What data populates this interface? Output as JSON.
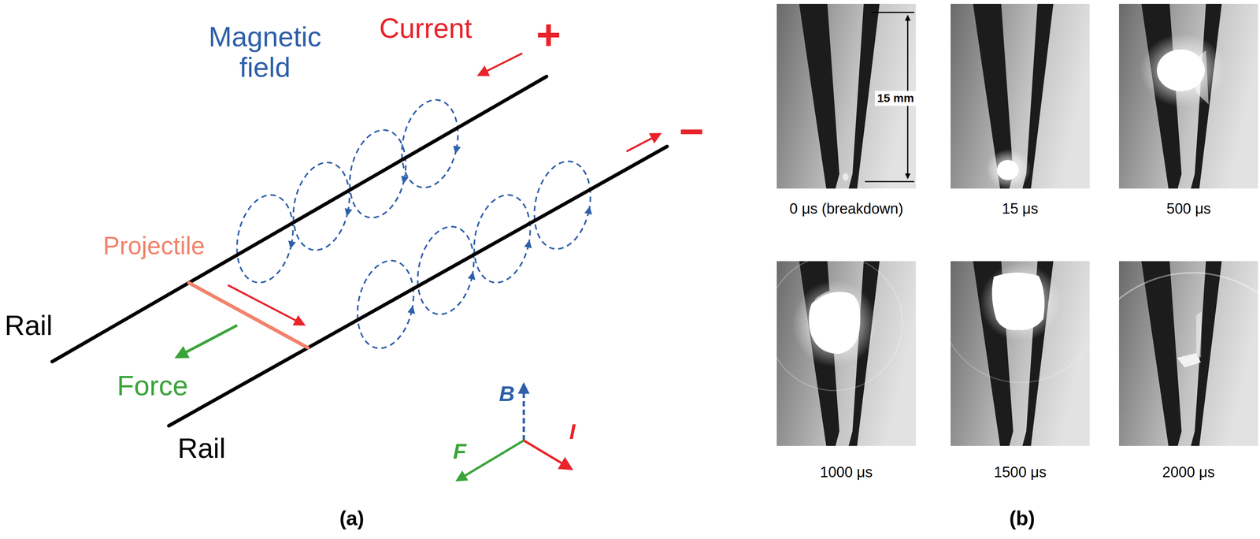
{
  "diagram": {
    "labels": [
      "Current",
      "+",
      "Magnetic field",
      "−",
      "Projectile",
      "Rail",
      "Force",
      "Rail",
      "B",
      "F",
      "I",
      "(a)",
      "15 mm",
      "0 μs (breakdown)",
      "15 μs",
      "500 μs",
      "1000 μs",
      "1500 μs",
      "2000 μs",
      "(b)"
    ]
  }
}
